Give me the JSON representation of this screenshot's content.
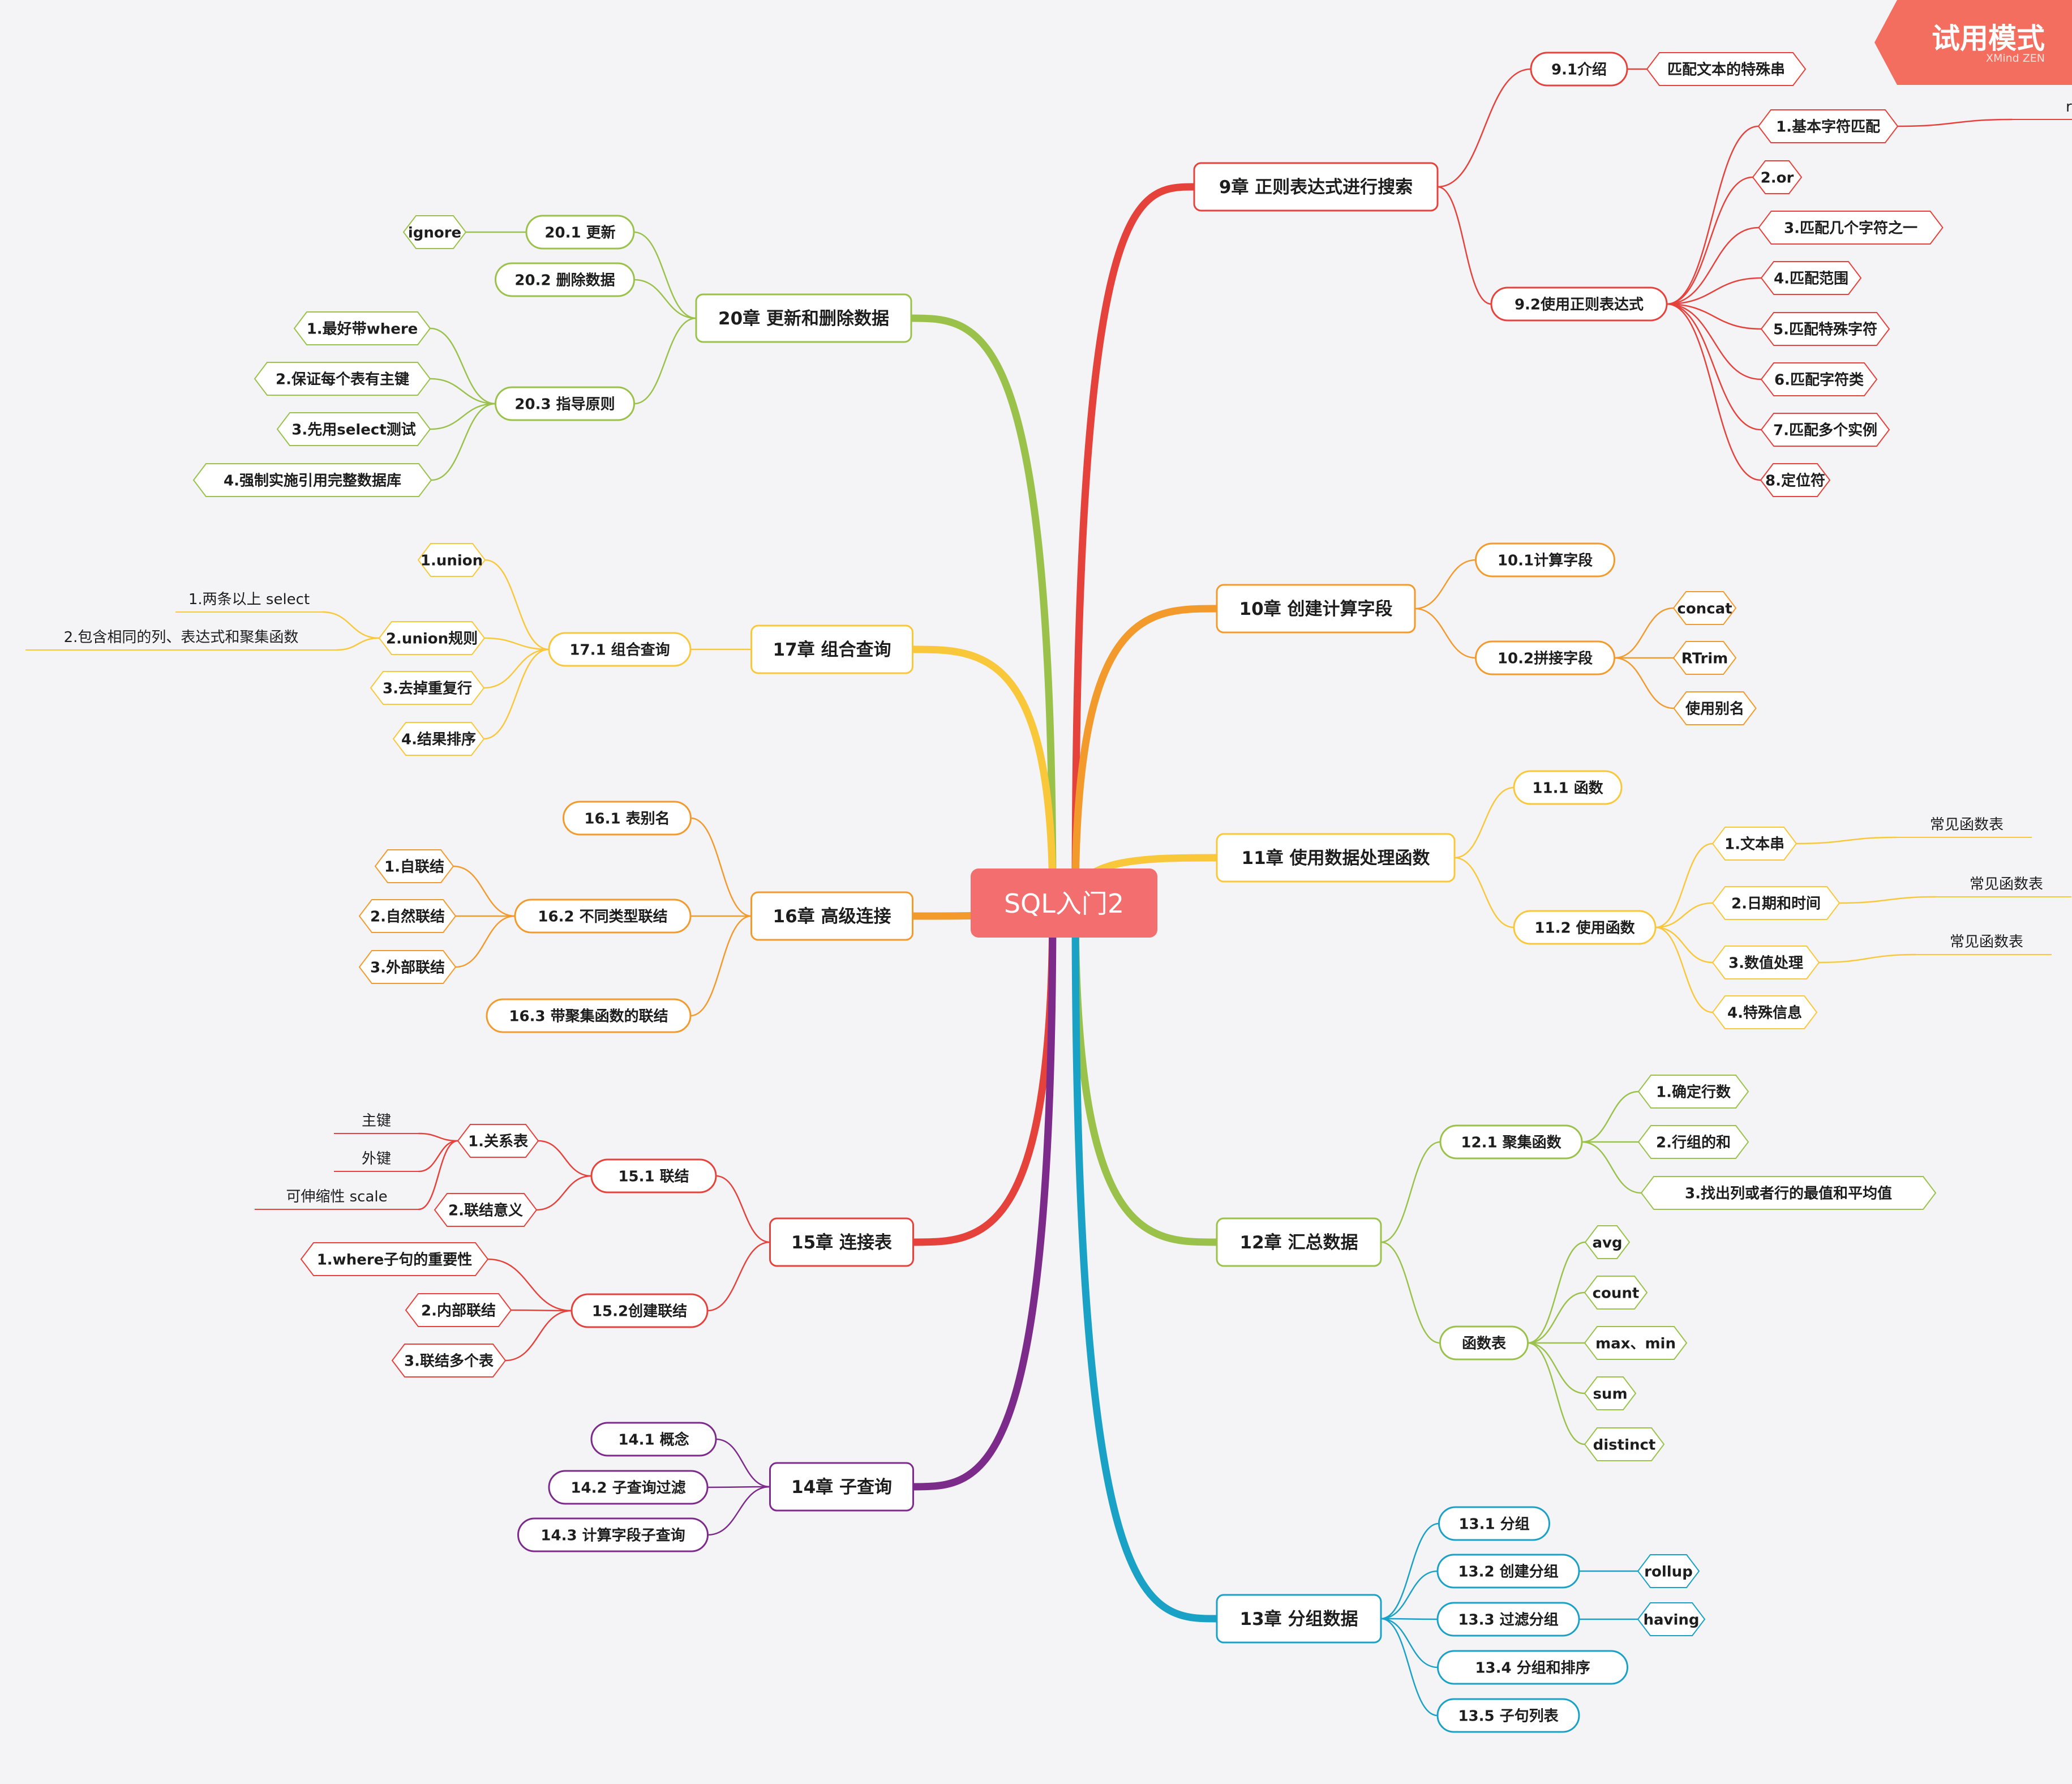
{
  "app": {
    "trial_label": "试用模式",
    "trial_brand": "XMind ZEN"
  },
  "colors": {
    "background": "#f4f4f7",
    "root": "#f36e6e",
    "red": "#e6423c",
    "orange": "#f39a2c",
    "yellow": "#f9c83a",
    "green": "#9ac24a",
    "teal": "#1aa1c6",
    "purple": "#7c2b8b",
    "trial": "#f36e5f"
  },
  "root": {
    "label": "SQL入门2"
  },
  "branches": [
    {
      "label": "9章 正则表达式进行搜索",
      "color": "red",
      "children": [
        {
          "label": "9.1介绍",
          "children": [
            {
              "label": "匹配文本的特殊串",
              "shape": "hex"
            }
          ]
        },
        {
          "label": "9.2使用正则表达式",
          "children": [
            {
              "label": "1.基本字符匹配",
              "shape": "hex",
              "children": [
                {
                  "label": "regexp",
                  "shape": "line"
                }
              ]
            },
            {
              "label": "2.or",
              "shape": "hex"
            },
            {
              "label": "3.匹配几个字符之一",
              "shape": "hex"
            },
            {
              "label": "4.匹配范围",
              "shape": "hex"
            },
            {
              "label": "5.匹配特殊字符",
              "shape": "hex"
            },
            {
              "label": "6.匹配字符类",
              "shape": "hex"
            },
            {
              "label": "7.匹配多个实例",
              "shape": "hex"
            },
            {
              "label": "8.定位符",
              "shape": "hex"
            }
          ]
        }
      ]
    },
    {
      "label": "10章 创建计算字段",
      "color": "orange",
      "children": [
        {
          "label": "10.1计算字段"
        },
        {
          "label": "10.2拼接字段",
          "children": [
            {
              "label": "concat",
              "shape": "hex"
            },
            {
              "label": "RTrim",
              "shape": "hex"
            },
            {
              "label": "使用别名",
              "shape": "hex"
            }
          ]
        }
      ]
    },
    {
      "label": "11章 使用数据处理函数",
      "color": "yellow",
      "children": [
        {
          "label": "11.1 函数"
        },
        {
          "label": "11.2 使用函数",
          "children": [
            {
              "label": "1.文本串",
              "shape": "hex",
              "children": [
                {
                  "label": "常见函数表",
                  "shape": "line"
                }
              ]
            },
            {
              "label": "2.日期和时间",
              "shape": "hex",
              "children": [
                {
                  "label": "常见函数表",
                  "shape": "line"
                }
              ]
            },
            {
              "label": "3.数值处理",
              "shape": "hex",
              "children": [
                {
                  "label": "常见函数表",
                  "shape": "line"
                }
              ]
            },
            {
              "label": "4.特殊信息",
              "shape": "hex"
            }
          ]
        }
      ]
    },
    {
      "label": "12章 汇总数据",
      "color": "green",
      "children": [
        {
          "label": "12.1 聚集函数",
          "children": [
            {
              "label": "1.确定行数",
              "shape": "hex"
            },
            {
              "label": "2.行组的和",
              "shape": "hex"
            },
            {
              "label": "3.找出列或者行的最值和平均值",
              "shape": "hex"
            }
          ]
        },
        {
          "label": "函数表",
          "children": [
            {
              "label": "avg",
              "shape": "hex"
            },
            {
              "label": "count",
              "shape": "hex"
            },
            {
              "label": "max、min",
              "shape": "hex"
            },
            {
              "label": "sum",
              "shape": "hex"
            },
            {
              "label": "distinct",
              "shape": "hex"
            }
          ]
        }
      ]
    },
    {
      "label": "13章 分组数据",
      "color": "teal",
      "children": [
        {
          "label": "13.1 分组"
        },
        {
          "label": "13.2 创建分组",
          "children": [
            {
              "label": "rollup",
              "shape": "hex"
            }
          ]
        },
        {
          "label": "13.3 过滤分组",
          "children": [
            {
              "label": "having",
              "shape": "hex"
            }
          ]
        },
        {
          "label": "13.4 分组和排序"
        },
        {
          "label": "13.5 子句列表"
        }
      ]
    },
    {
      "label": "20章 更新和删除数据",
      "color": "green",
      "children": [
        {
          "label": "20.1 更新",
          "children": [
            {
              "label": "ignore",
              "shape": "hex"
            }
          ]
        },
        {
          "label": "20.2 删除数据"
        },
        {
          "label": "20.3 指导原则",
          "children": [
            {
              "label": "1.最好带where",
              "shape": "hex"
            },
            {
              "label": "2.保证每个表有主键",
              "shape": "hex"
            },
            {
              "label": "3.先用select测试",
              "shape": "hex"
            },
            {
              "label": "4.强制实施引用完整数据库",
              "shape": "hex"
            }
          ]
        }
      ]
    },
    {
      "label": "17章 组合查询",
      "color": "yellow",
      "children": [
        {
          "label": "17.1 组合查询",
          "children": [
            {
              "label": "1.union",
              "shape": "hex"
            },
            {
              "label": "2.union规则",
              "shape": "hex",
              "children": [
                {
                  "label": "1.两条以上 select",
                  "shape": "line"
                },
                {
                  "label": "2.包含相同的列、表达式和聚集函数",
                  "shape": "line"
                }
              ]
            },
            {
              "label": "3.去掉重复行",
              "shape": "hex"
            },
            {
              "label": "4.结果排序",
              "shape": "hex"
            }
          ]
        }
      ]
    },
    {
      "label": "16章 高级连接",
      "color": "orange",
      "children": [
        {
          "label": "16.1 表别名"
        },
        {
          "label": "16.2 不同类型联结",
          "children": [
            {
              "label": "1.自联结",
              "shape": "hex"
            },
            {
              "label": "2.自然联结",
              "shape": "hex"
            },
            {
              "label": "3.外部联结",
              "shape": "hex"
            }
          ]
        },
        {
          "label": "16.3 带聚集函数的联结"
        }
      ]
    },
    {
      "label": "15章 连接表",
      "color": "red",
      "children": [
        {
          "label": "15.1 联结",
          "children": [
            {
              "label": "1.关系表",
              "shape": "hex",
              "children": [
                {
                  "label": "主键",
                  "shape": "line"
                },
                {
                  "label": "外键",
                  "shape": "line"
                },
                {
                  "label": "可伸缩性 scale",
                  "shape": "line"
                }
              ]
            },
            {
              "label": "2.联结意义",
              "shape": "hex"
            }
          ]
        },
        {
          "label": "15.2创建联结",
          "children": [
            {
              "label": "1.where子句的重要性",
              "shape": "hex"
            },
            {
              "label": "2.内部联结",
              "shape": "hex"
            },
            {
              "label": "3.联结多个表",
              "shape": "hex"
            }
          ]
        }
      ]
    },
    {
      "label": "14章 子查询",
      "color": "purple",
      "children": [
        {
          "label": "14.1 概念"
        },
        {
          "label": "14.2 子查询过滤"
        },
        {
          "label": "14.3 计算字段子查询"
        }
      ]
    }
  ]
}
